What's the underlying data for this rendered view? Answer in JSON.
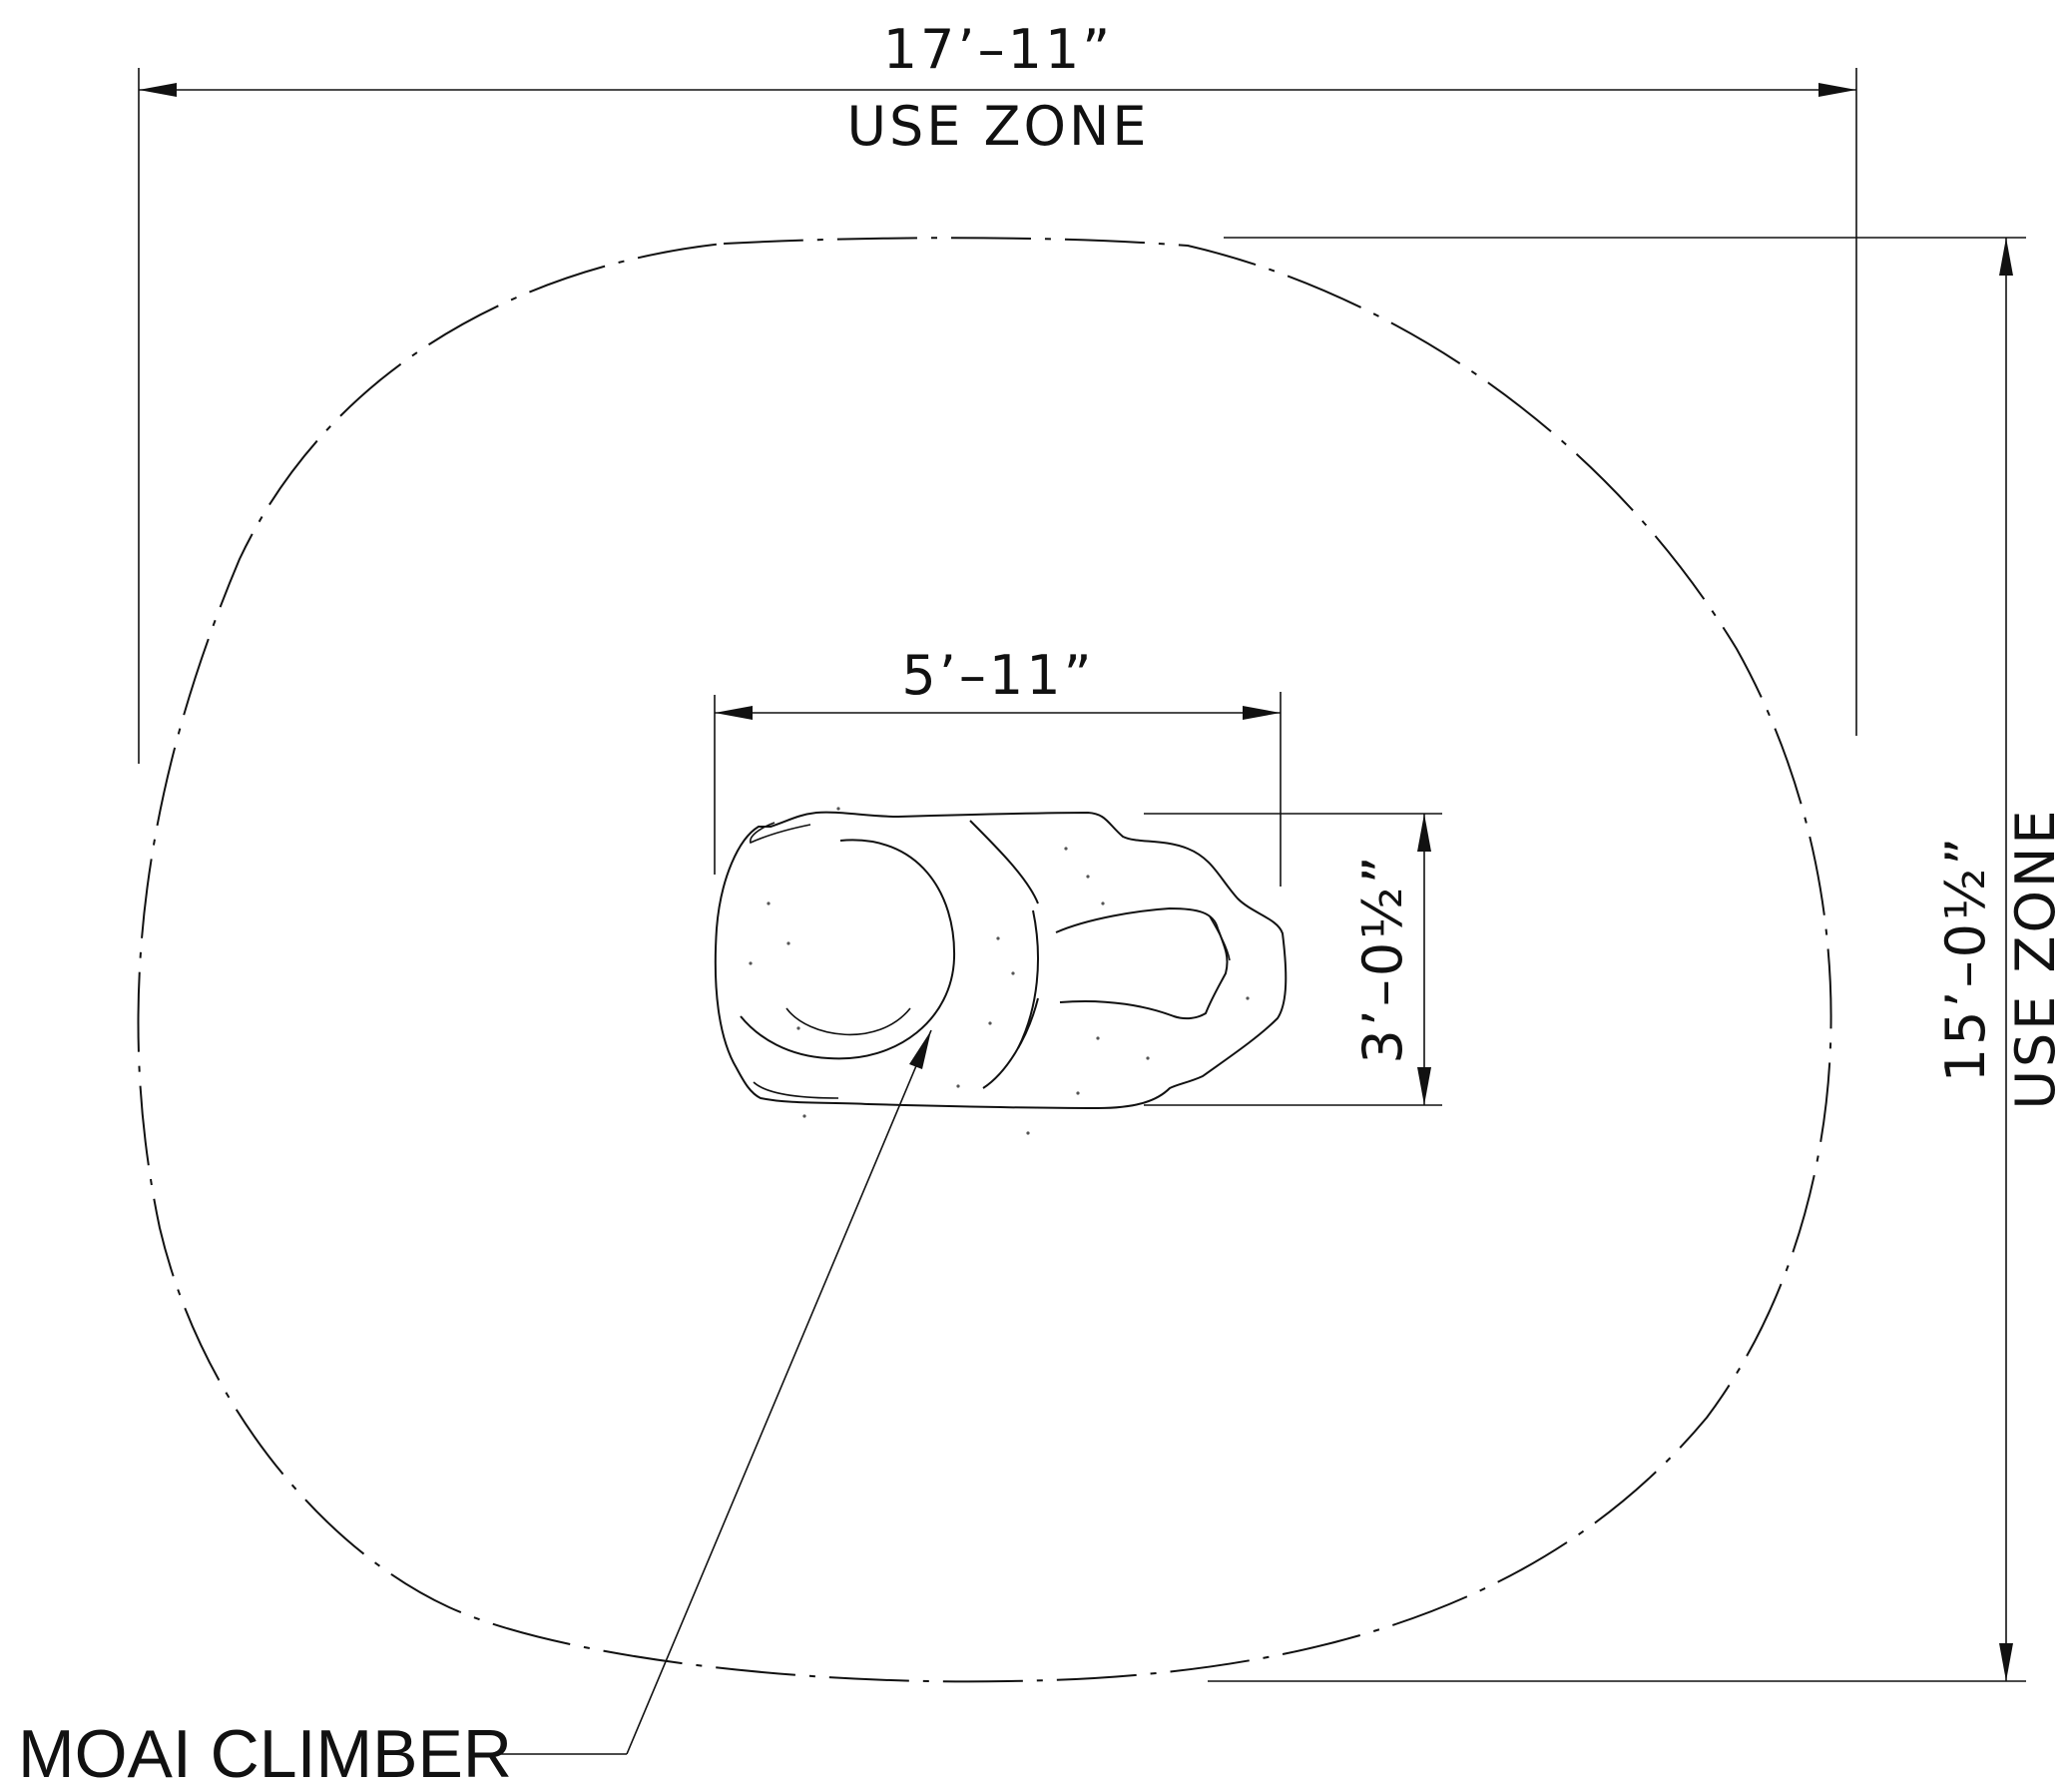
{
  "overall_width": {
    "dimension": "17’–11”",
    "label": "USE ZONE"
  },
  "overall_depth": {
    "dimension": "15’–0½”",
    "label": "USE ZONE"
  },
  "product_width": {
    "dimension": "5’–11”"
  },
  "product_depth": {
    "dimension": "3’–0½”"
  },
  "callout": {
    "label": "MOAI CLIMBER"
  }
}
